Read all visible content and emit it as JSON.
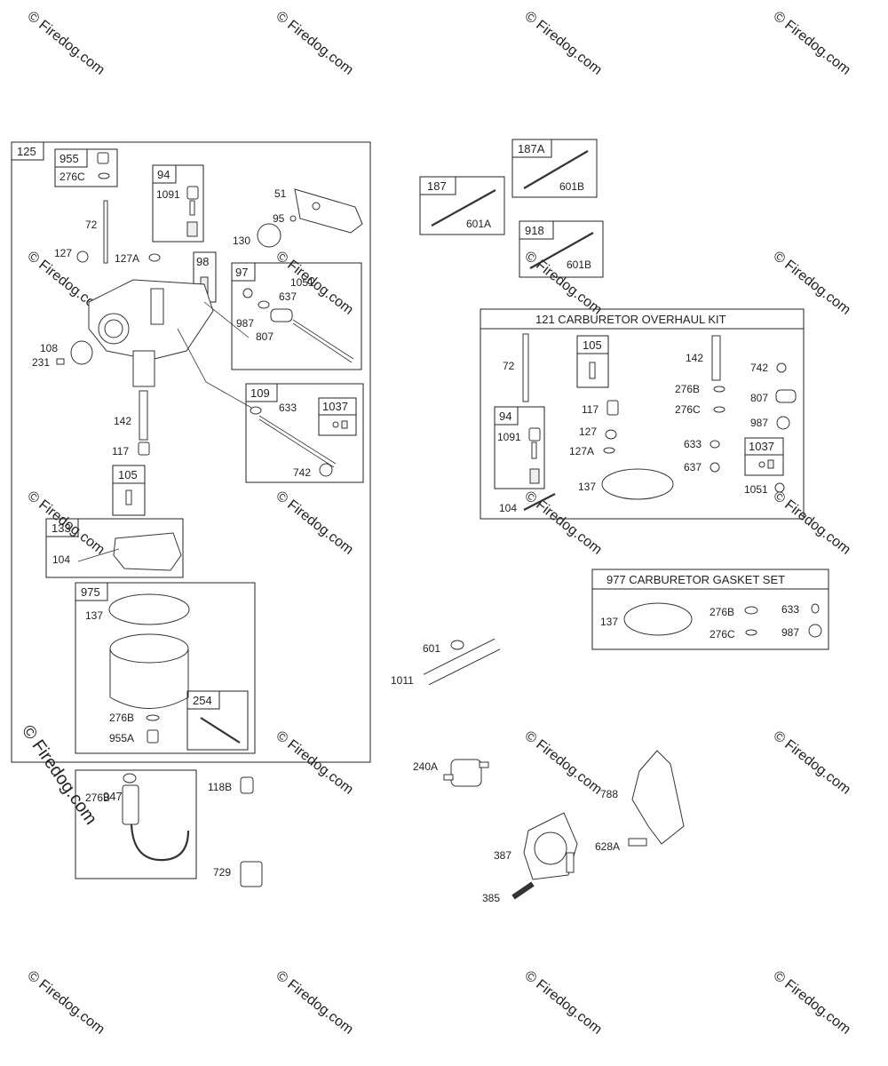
{
  "watermark": {
    "text": "© Firedog.com"
  },
  "groups": {
    "g125": "125",
    "g955": "955",
    "g276c": "276C",
    "g94": "94",
    "g98": "98",
    "g97": "97",
    "g109": "109",
    "g1037": "1037",
    "g105": "105",
    "g133": "133",
    "g975": "975",
    "g254": "254",
    "g947": "947",
    "g187": "187",
    "g187a": "187A",
    "g918": "918",
    "kit_overhaul": "121 CARBURETOR OVERHAUL KIT",
    "k105": "105",
    "k94": "94",
    "k1037": "1037",
    "kit_gasket": "977 CARBURETOR GASKET SET"
  },
  "labels": {
    "p72": "72",
    "p1091": "1091",
    "p51": "51",
    "p95": "95",
    "p130": "130",
    "p127": "127",
    "p127a": "127A",
    "p1051": "1051",
    "p637": "637",
    "p987": "987",
    "p807": "807",
    "p108": "108",
    "p231": "231",
    "p633": "633",
    "p142": "142",
    "p742": "742",
    "p117": "117",
    "p104": "104",
    "p137": "137",
    "p276b": "276B",
    "p955a": "955A",
    "p118b": "118B",
    "p276b2": "276B",
    "p729": "729",
    "p601a": "601A",
    "p601b": "601B",
    "p601b2": "601B",
    "p601": "601",
    "p1011": "1011",
    "p240a": "240A",
    "p788": "788",
    "p387": "387",
    "p628a": "628A",
    "p385": "385"
  },
  "kit_labels": {
    "k72": "72",
    "k142": "142",
    "k742": "742",
    "k276b": "276B",
    "k807": "807",
    "k117": "117",
    "k276c": "276C",
    "k987": "987",
    "k1091": "1091",
    "k127": "127",
    "k633": "633",
    "k127a": "127A",
    "k637": "637",
    "k137": "137",
    "k1051": "1051",
    "k104": "104"
  },
  "gasket_labels": {
    "g137": "137",
    "g276b": "276B",
    "g633": "633",
    "g276c": "276C",
    "g987": "987"
  }
}
